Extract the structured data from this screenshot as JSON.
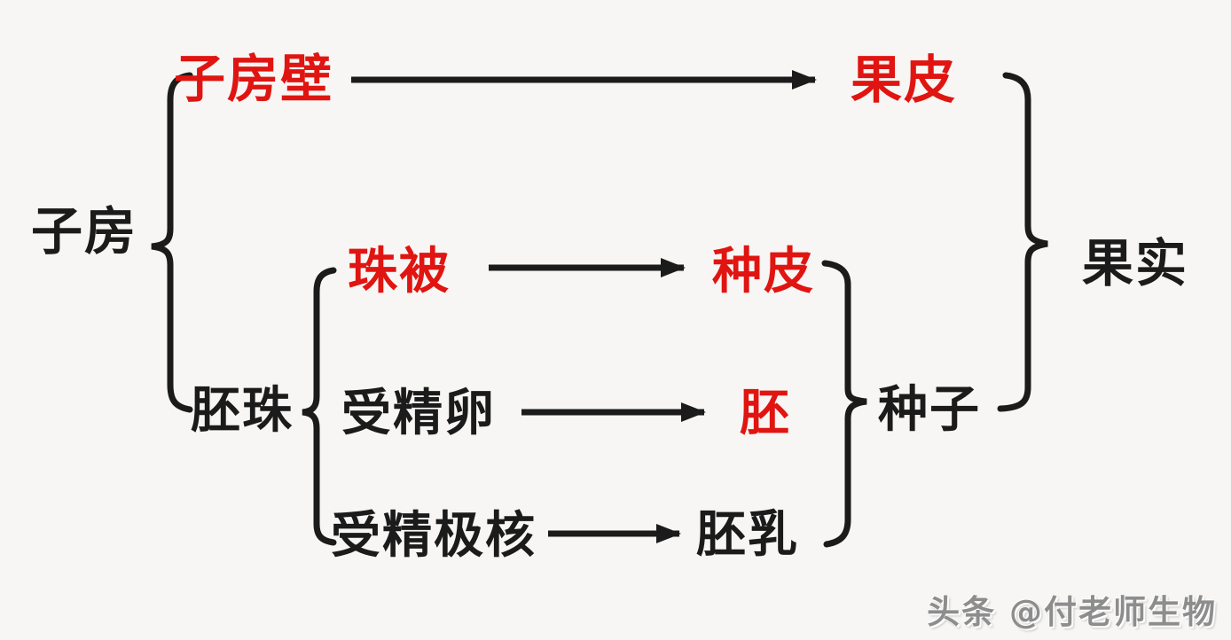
{
  "palette": {
    "background": "#f7f6f4",
    "ink": "#1b1b1b",
    "highlight_red": "#e01511",
    "watermark_gray": "#8d8d8d"
  },
  "nodes": {
    "ovary": "子房",
    "ovary_wall": "子房壁",
    "pericarp": "果皮",
    "ovule": "胚珠",
    "integument": "珠被",
    "seed_coat": "种皮",
    "fertilized_egg": "受精卵",
    "embryo": "胚",
    "fertilized_polar_nuclei": "受精极核",
    "endosperm": "胚乳",
    "seed": "种子",
    "fruit": "果实"
  },
  "arrows": [
    {
      "from": "子房壁",
      "to": "果皮"
    },
    {
      "from": "珠被",
      "to": "种皮"
    },
    {
      "from": "受精卵",
      "to": "胚"
    },
    {
      "from": "受精极核",
      "to": "胚乳"
    }
  ],
  "braces": [
    {
      "parent": "子房",
      "children": [
        "子房壁",
        "胚珠"
      ]
    },
    {
      "parent": "胚珠",
      "children": [
        "珠被",
        "受精卵",
        "受精极核"
      ]
    },
    {
      "group": [
        "种皮",
        "胚",
        "胚乳"
      ],
      "result": "种子"
    },
    {
      "group": [
        "果皮",
        "种子"
      ],
      "result": "果实"
    }
  ],
  "red_highlighted_nodes": [
    "子房壁",
    "果皮",
    "珠被",
    "种皮",
    "胚"
  ],
  "watermark": "头条 @付老师生物"
}
